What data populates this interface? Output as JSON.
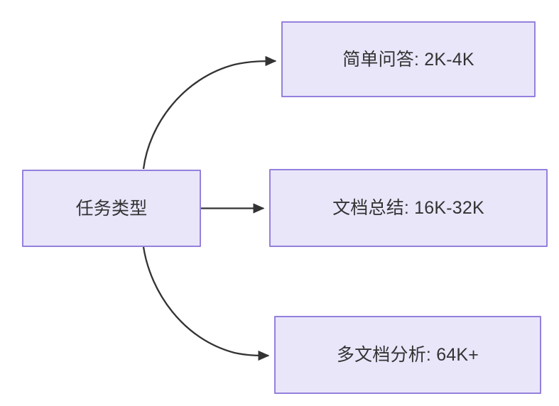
{
  "diagram": {
    "type": "flowchart",
    "direction": "left-to-right",
    "background_color": "#ffffff",
    "node_fill_color": "#e9e6fa",
    "node_border_color": "#9580dd",
    "node_text_color": "#333333",
    "edge_color": "#333333",
    "nodes": [
      {
        "id": "root",
        "label": "任务类型",
        "role": "source"
      },
      {
        "id": "simple",
        "label": "简单问答: 2K-4K",
        "role": "target"
      },
      {
        "id": "doc",
        "label": "文档总结: 16K-32K",
        "role": "target"
      },
      {
        "id": "multi",
        "label": "多文档分析: 64K+",
        "role": "target"
      }
    ],
    "edges": [
      {
        "id": "edge-root-simple",
        "from": "root",
        "to": "simple",
        "style": "curved",
        "arrowhead": "filled-triangle",
        "label": ""
      },
      {
        "id": "edge-root-doc",
        "from": "root",
        "to": "doc",
        "style": "straight",
        "arrowhead": "filled-triangle",
        "label": ""
      },
      {
        "id": "edge-root-multi",
        "from": "root",
        "to": "multi",
        "style": "curved",
        "arrowhead": "filled-triangle",
        "label": ""
      }
    ]
  }
}
